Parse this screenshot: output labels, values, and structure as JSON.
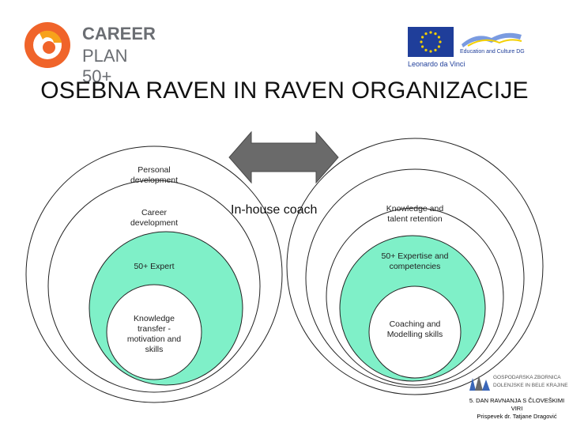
{
  "logo": {
    "line1": "CAREER",
    "line2": "PLAN 50+"
  },
  "title": "OSEBNA RAVEN IN RAVEN ORGANIZACIJE",
  "left_circles": {
    "outer": "Personal development",
    "second": "Career development",
    "third": "50+ Expert",
    "inner": "Knowledge transfer - motivation and skills"
  },
  "right_circles": {
    "outer": "Knowledge and talent retention",
    "third": "50+ Expertise and competencies",
    "inner": "Coaching and Modelling skills"
  },
  "center_label": "In-house coach",
  "eu": {
    "leonardo": "Leonardo da Vinci",
    "education": "Education and Culture DG"
  },
  "bottom_logo": {
    "line1": "GOSPODARSKA ZBORNICA",
    "line2": "DOLENJSKE IN BELE KRAJINE"
  },
  "footer": {
    "line1": "5. DAN RAVNANJA S ČLOVEŠKIMI",
    "line2": "VIRI",
    "line3": "Prispevek dr. Tatjane Dragović"
  },
  "colors": {
    "circle_fill": "#7ff0c8",
    "arrow": "#6a6a6a",
    "logo_orange": "#f0642a",
    "eu_blue": "#1f3e9a",
    "eu_star": "#f4d000"
  }
}
